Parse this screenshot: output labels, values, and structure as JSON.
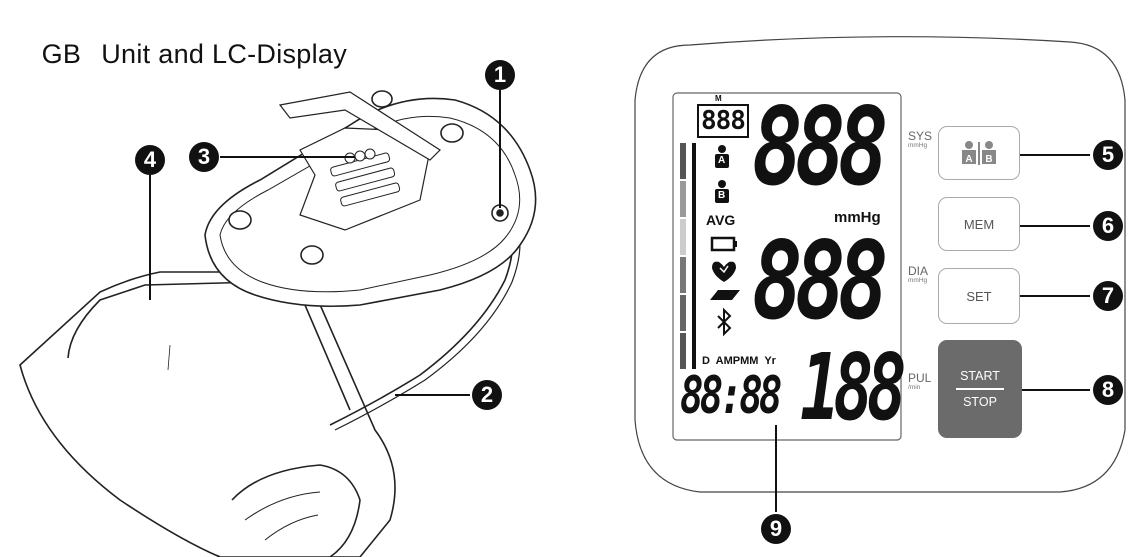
{
  "header": {
    "lang": "GB",
    "title": "Unit and LC-Display"
  },
  "callouts": [
    "1",
    "2",
    "3",
    "4",
    "5",
    "6",
    "7",
    "8",
    "9"
  ],
  "device": {
    "side_labels": {
      "sys": "SYS",
      "sys_unit": "mmHg",
      "dia": "DIA",
      "dia_unit": "mmHg",
      "pul": "PUL",
      "pul_unit": "/min"
    },
    "buttons": {
      "user": "A|B",
      "mem": "MEM",
      "set": "SET",
      "start": "START",
      "stop": "STOP"
    },
    "lcd": {
      "memory_digits": "888",
      "memory_marker": "M",
      "sys_digits": "888",
      "unit": "mmHg",
      "dia_digits": "888",
      "avg": "AVG",
      "user_a": "A",
      "user_b": "B",
      "date_labels": "D  AMPMM  Yr",
      "time_digits": "88:88",
      "pulse_digits": "188"
    }
  },
  "colors": {
    "ink": "#111111",
    "start_button": "#6b6b6b",
    "outline": "#999999"
  }
}
